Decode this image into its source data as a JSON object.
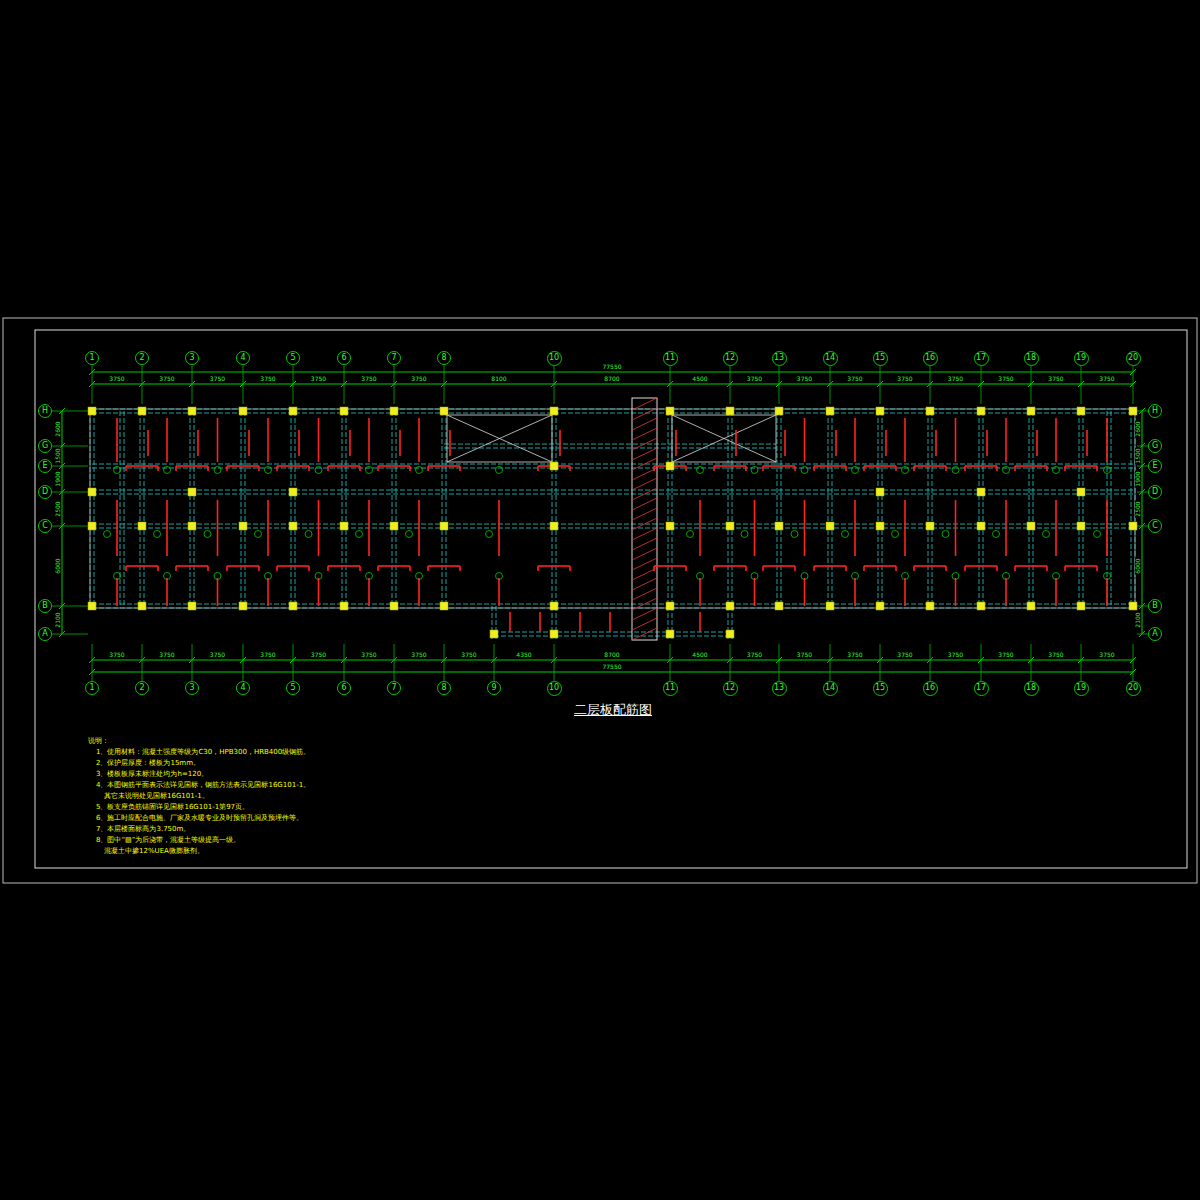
{
  "diagram": {
    "title": "二层板配筋图",
    "nodes": [
      {
        "text": [
          "1"
        ]
      },
      {
        "text": [
          "2"
        ]
      },
      {
        "text": [
          "3"
        ]
      },
      {
        "text": [
          "4"
        ]
      },
      {
        "text": [
          "5"
        ]
      },
      {
        "text": [
          "6"
        ]
      },
      {
        "text": [
          "7"
        ]
      },
      {
        "text": [
          "8"
        ]
      },
      {
        "text": [
          "10"
        ]
      },
      {
        "text": [
          "11"
        ]
      },
      {
        "text": [
          "12"
        ]
      },
      {
        "text": [
          "13"
        ]
      },
      {
        "text": [
          "14"
        ]
      },
      {
        "text": [
          "15"
        ]
      },
      {
        "text": [
          "16"
        ]
      },
      {
        "text": [
          "17"
        ]
      },
      {
        "text": [
          "18"
        ]
      },
      {
        "text": [
          "19"
        ]
      },
      {
        "text": [
          "20"
        ]
      },
      {
        "text": [
          "H"
        ]
      },
      {
        "text": [
          "G"
        ]
      },
      {
        "text": [
          "E"
        ]
      },
      {
        "text": [
          "D"
        ]
      },
      {
        "text": [
          "C"
        ]
      },
      {
        "text": [
          "B"
        ]
      },
      {
        "text": [
          "A"
        ]
      },
      {
        "text": [
          "H"
        ]
      },
      {
        "text": [
          "G"
        ]
      },
      {
        "text": [
          "E"
        ]
      },
      {
        "text": [
          "D"
        ]
      },
      {
        "text": [
          "C"
        ]
      },
      {
        "text": [
          "B"
        ]
      },
      {
        "text": [
          "A"
        ]
      },
      {
        "text": [
          "1"
        ]
      },
      {
        "text": [
          "2"
        ]
      },
      {
        "text": [
          "3"
        ]
      },
      {
        "text": [
          "4"
        ]
      },
      {
        "text": [
          "5"
        ]
      },
      {
        "text": [
          "6"
        ]
      },
      {
        "text": [
          "7"
        ]
      },
      {
        "text": [
          "8"
        ]
      },
      {
        "text": [
          "9"
        ]
      },
      {
        "text": [
          "10"
        ]
      },
      {
        "text": [
          "11"
        ]
      },
      {
        "text": [
          "12"
        ]
      },
      {
        "text": [
          "13"
        ]
      },
      {
        "text": [
          "14"
        ]
      },
      {
        "text": [
          "15"
        ]
      },
      {
        "text": [
          "16"
        ]
      },
      {
        "text": [
          "17"
        ]
      },
      {
        "text": [
          "18"
        ]
      },
      {
        "text": [
          "19"
        ]
      },
      {
        "text": [
          "20"
        ]
      }
    ],
    "labels": [
      "77550",
      "3750",
      "3750",
      "3750",
      "3750",
      "3750",
      "3750",
      "3750",
      "8100",
      "8700",
      "4500",
      "3750",
      "3750",
      "3750",
      "3750",
      "3750",
      "3750",
      "3750",
      "3750",
      "77550",
      "3750",
      "3750",
      "3750",
      "3750",
      "3750",
      "3750",
      "3750",
      "3750",
      "4350",
      "8700",
      "4500",
      "3750",
      "3750",
      "3750",
      "3750",
      "3750",
      "3750",
      "3750",
      "3750",
      "2600",
      "1500",
      "1900",
      "2500",
      "6000",
      "2100",
      "2600",
      "1500",
      "1900",
      "2500",
      "6000",
      "2100",
      "说明：",
      "1、使用材料：混凝土强度等级为C30，HPB300，HRB400级钢筋。",
      "2、保护层厚度：楼板为15mm。",
      "3、楼板板厚未标注处均为h=120。",
      "4、本图钢筋平面表示法详见国标，钢筋方法表示见国标16G101-1。",
      "其它未说明处见国标16G101-1。",
      "5、板支座负筋锚固详见国标16G101-1第97页。",
      "6、施工时应配合电施、厂家及水暖专业及时预留孔洞及预埋件等。",
      "7、本层楼面标高为3.750m。",
      "8、图中“▨”为后浇带，混凝土等级提高一级。",
      "混凝土中掺12%UEA微膨胀剂。"
    ]
  }
}
